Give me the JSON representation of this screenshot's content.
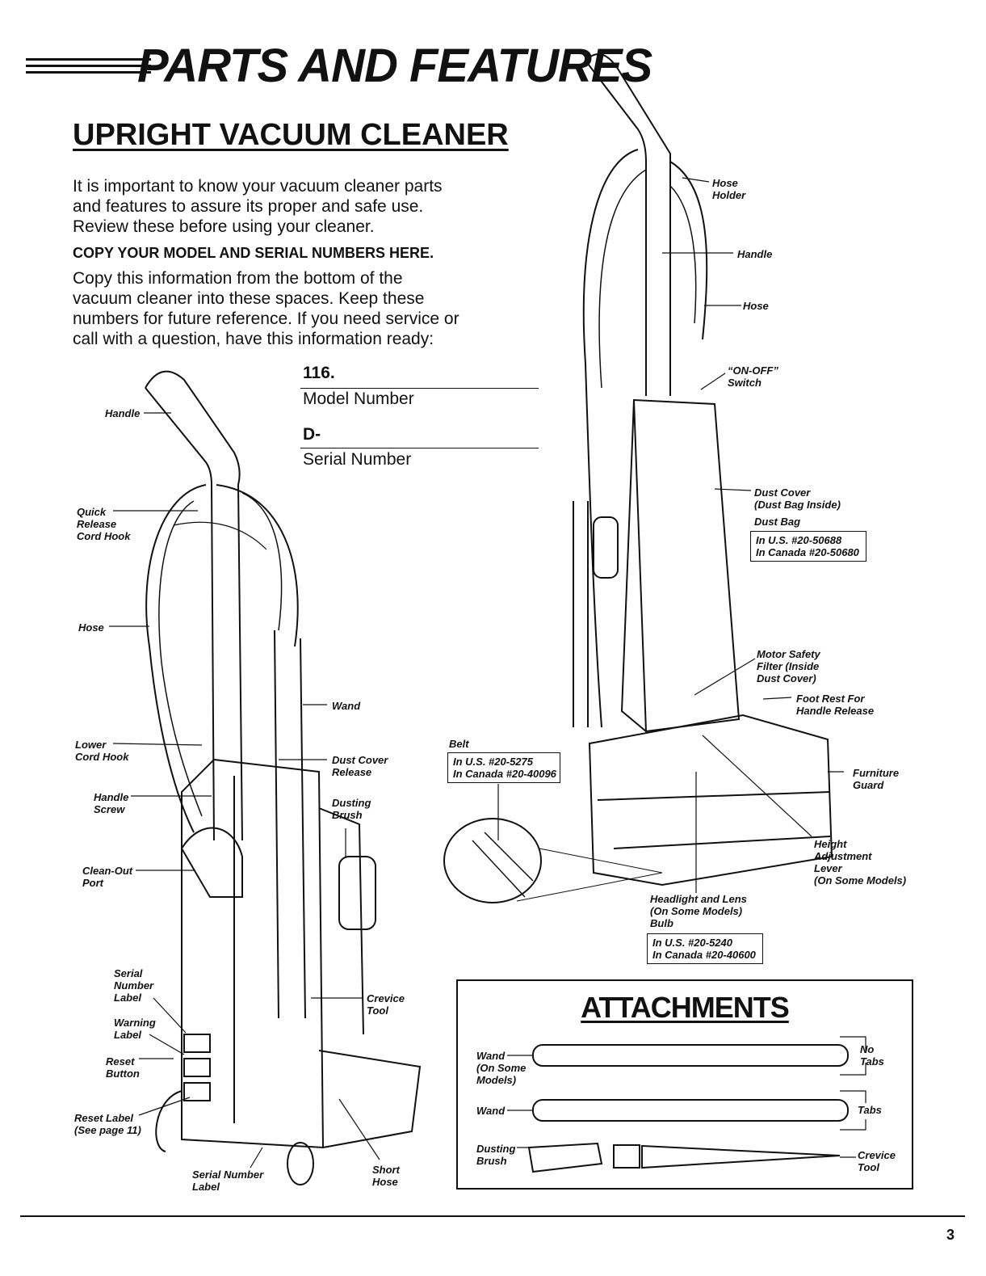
{
  "header": {
    "title": "PARTS AND FEATURES",
    "subtitle": "UPRIGHT VACUUM CLEANER"
  },
  "intro": {
    "paragraph": "It is important to know your vacuum cleaner parts and features to assure its proper and safe use. Review these before using your cleaner.",
    "copy_heading": "COPY YOUR MODEL AND SERIAL NUMBERS HERE.",
    "copy_text": "Copy this information from the bottom of the vacuum cleaner into these spaces. Keep these numbers for future reference. If you need service or call with a question, have this information ready:"
  },
  "fields": {
    "model_prefix": "116.",
    "model_label": "Model Number",
    "serial_prefix": "D-",
    "serial_label": "Serial Number"
  },
  "left_labels": {
    "handle": "Handle",
    "quick_release_1": "Quick",
    "quick_release_2": "Release",
    "quick_release_3": "Cord Hook",
    "hose": "Hose",
    "lower_1": "Lower",
    "lower_2": "Cord Hook",
    "handle_screw_1": "Handle",
    "handle_screw_2": "Screw",
    "cleanout_1": "Clean-Out",
    "cleanout_2": "Port",
    "serial_label_1": "Serial",
    "serial_label_2": "Number",
    "serial_label_3": "Label",
    "warning_1": "Warning",
    "warning_2": "Label",
    "reset_1": "Reset",
    "reset_2": "Button",
    "reset_label_1": "Reset Label",
    "reset_label_2": "(See page 11)",
    "serial_bottom_1": "Serial Number",
    "serial_bottom_2": "Label",
    "wand": "Wand",
    "dust_cover_release_1": "Dust Cover",
    "dust_cover_release_2": "Release",
    "dusting_brush_1": "Dusting",
    "dusting_brush_2": "Brush",
    "crevice_1": "Crevice",
    "crevice_2": "Tool",
    "short_hose_1": "Short",
    "short_hose_2": "Hose"
  },
  "right_labels": {
    "hose_holder_1": "Hose",
    "hose_holder_2": "Holder",
    "handle": "Handle",
    "hose": "Hose",
    "switch_1": "“ON-OFF”",
    "switch_2": "Switch",
    "dust_cover_1": "Dust Cover",
    "dust_cover_2": "(Dust Bag Inside)",
    "dust_bag": "Dust Bag",
    "dust_bag_us": "In U.S. #20-50688",
    "dust_bag_ca": "In Canada #20-50680",
    "motor_1": "Motor Safety",
    "motor_2": "Filter (Inside",
    "motor_3": "Dust Cover)",
    "foot_rest_1": "Foot Rest For",
    "foot_rest_2": "Handle Release",
    "belt": "Belt",
    "belt_us": "In U.S. #20-5275",
    "belt_ca": "In Canada #20-40096",
    "furniture_1": "Furniture",
    "furniture_2": "Guard",
    "height_1": "Height",
    "height_2": "Adjustment",
    "height_3": "Lever",
    "height_4": "(On Some Models)",
    "headlight_1": "Headlight and Lens",
    "headlight_2": "(On Some Models)",
    "bulb": "Bulb",
    "bulb_us": "In U.S. #20-5240",
    "bulb_ca": "In Canada #20-40600"
  },
  "attachments": {
    "title": "ATTACHMENTS",
    "wand1_1": "Wand",
    "wand1_2": "(On Some",
    "wand1_3": "Models)",
    "no_tabs_1": "No",
    "no_tabs_2": "Tabs",
    "wand2": "Wand",
    "tabs": "Tabs",
    "dusting_1": "Dusting",
    "dusting_2": "Brush",
    "crevice_1": "Crevice",
    "crevice_2": "Tool"
  },
  "page_number": "3"
}
